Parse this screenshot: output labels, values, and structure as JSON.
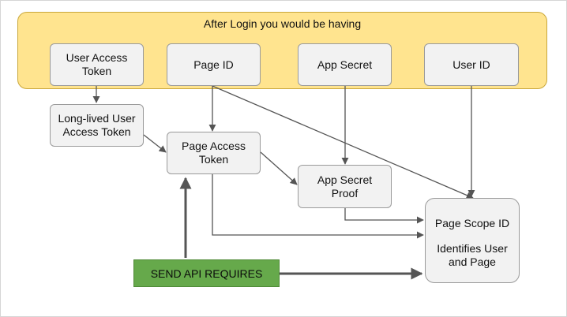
{
  "group": {
    "title": "After Login you would be having"
  },
  "nodes": {
    "user_access_token": "User Access\nToken",
    "page_id": "Page ID",
    "app_secret": "App Secret",
    "user_id": "User ID",
    "long_lived_token": "Long-lived User\nAccess Token",
    "page_access_token": "Page Access\nToken",
    "app_secret_proof": "App Secret\nProof",
    "page_scope_id_title": "Page Scope ID",
    "page_scope_id_desc": "Identifies User\nand Page",
    "send_api": "SEND API REQUIRES"
  },
  "colors": {
    "group_fill": "#ffe48f",
    "node_fill": "#f2f2f2",
    "send_fill": "#66a94b",
    "connector": "#555555"
  }
}
